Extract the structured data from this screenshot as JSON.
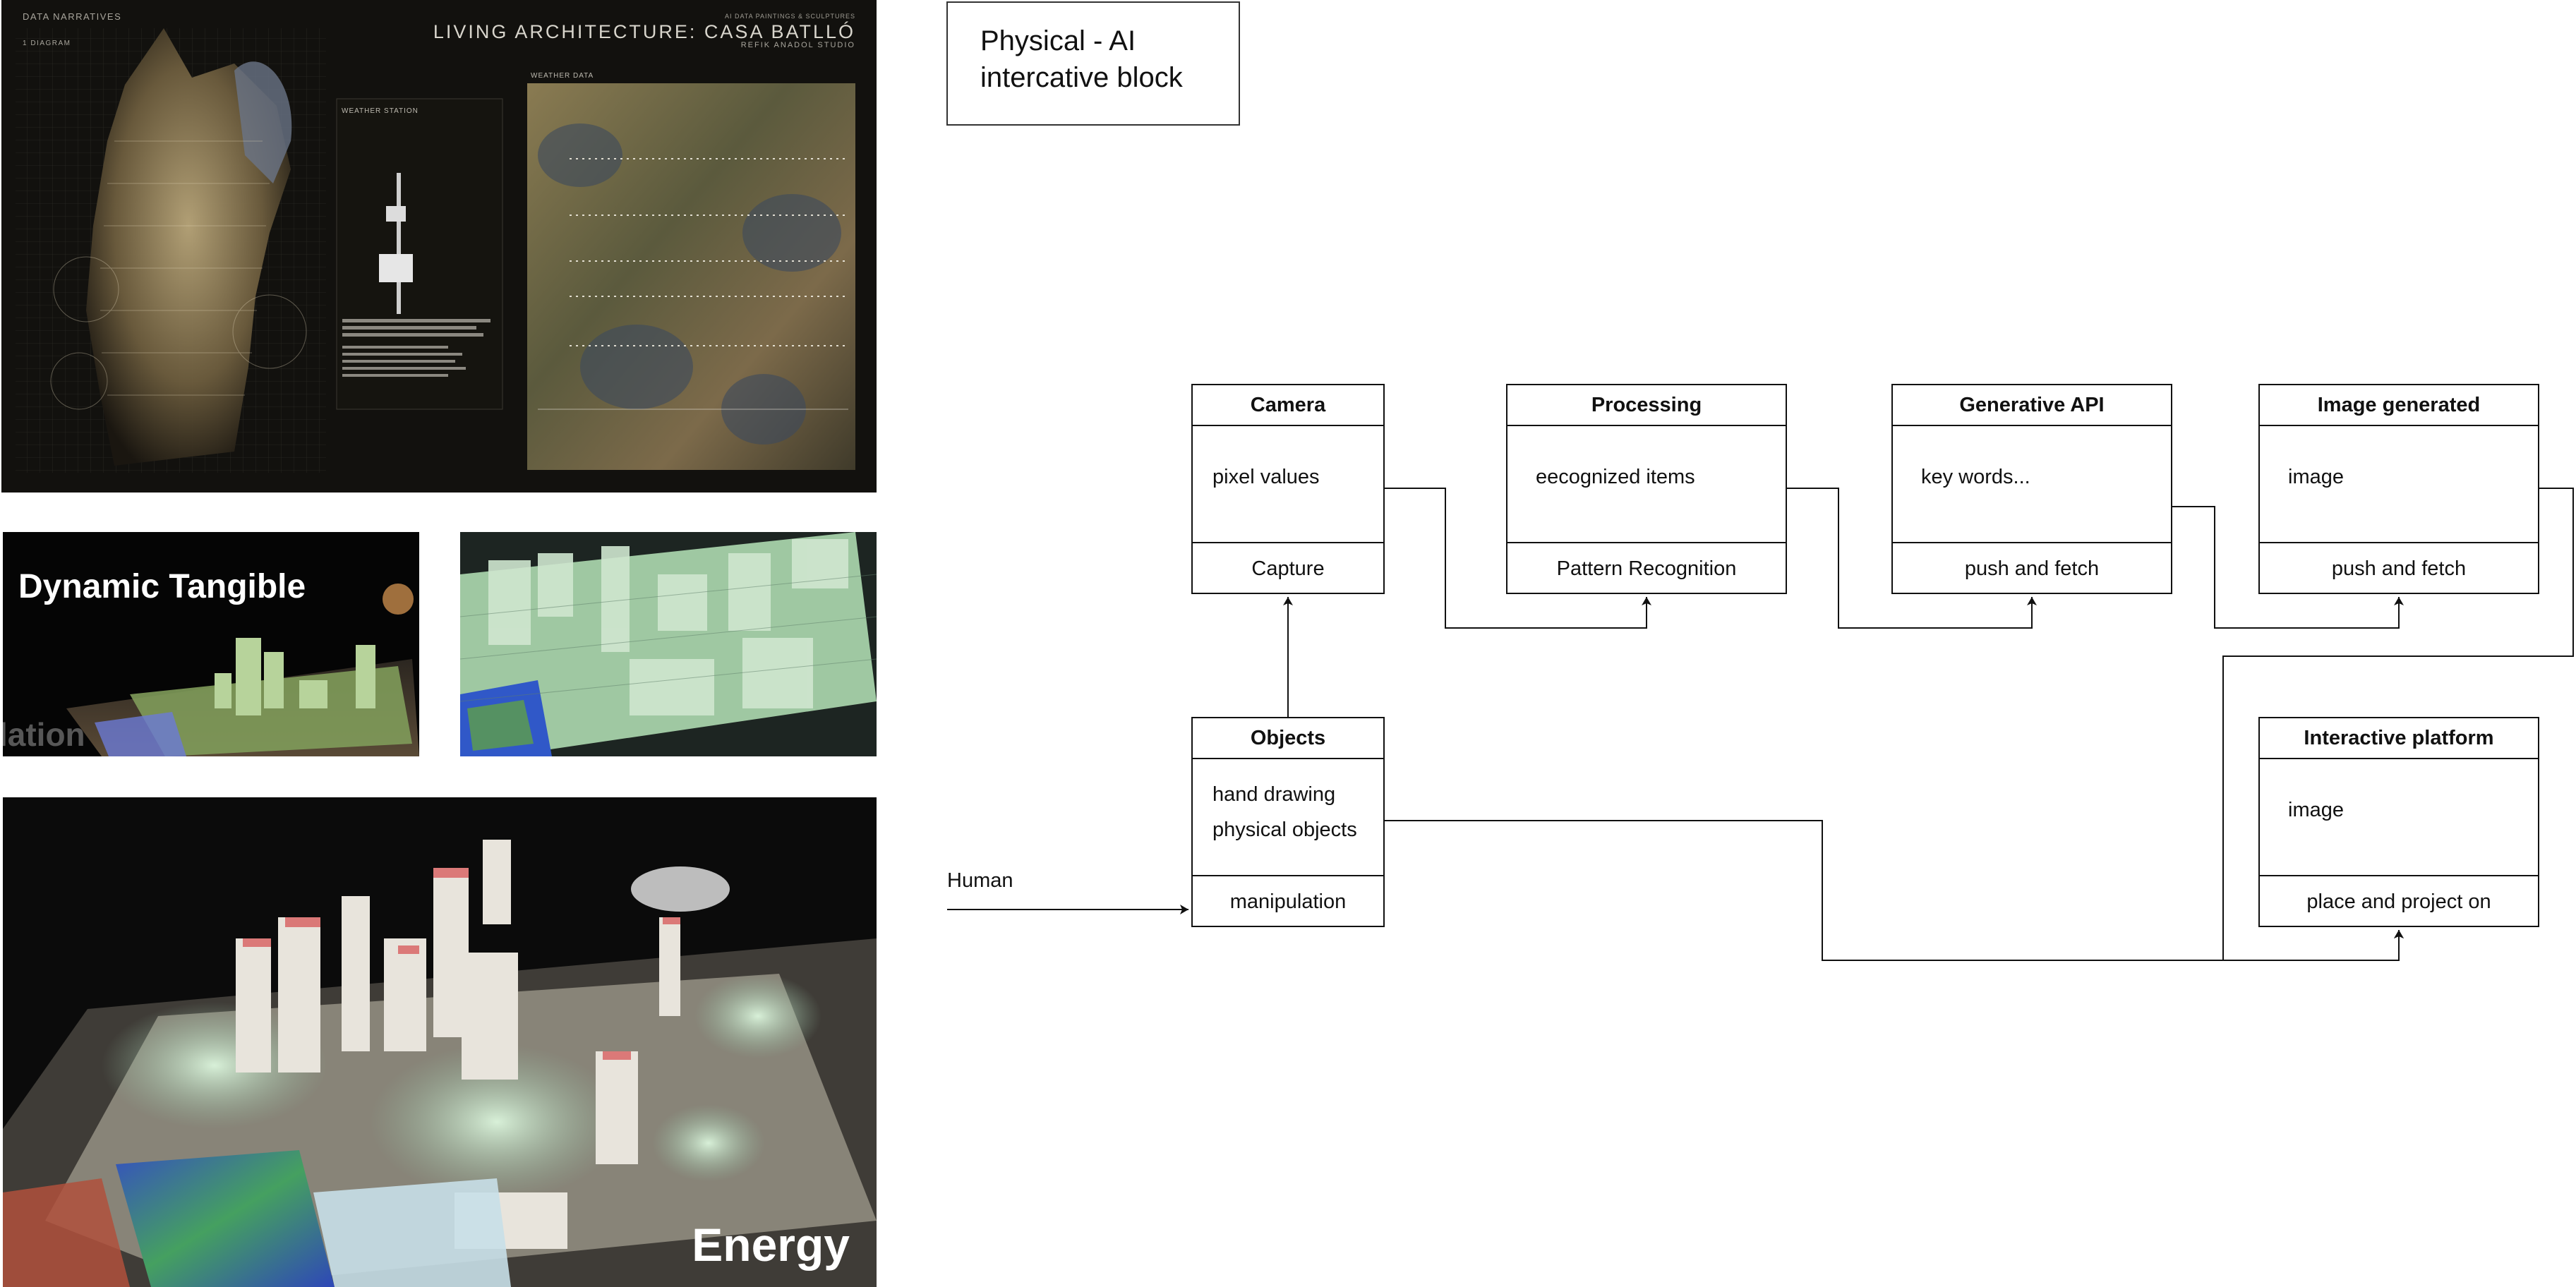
{
  "poster": {
    "header_left": "DATA NARRATIVES",
    "header_left_sub": "1 DIAGRAM",
    "title": "LIVING ARCHITECTURE: CASA BATLLÓ",
    "title_pre": "AI DATA PAINTINGS & SCULPTURES",
    "author": "REFIK ANADOL STUDIO",
    "weather_station_label": "WEATHER STATION",
    "weather_data_label": "WEATHER DATA"
  },
  "tiles": {
    "dynamic_caption": "Dynamic Tangible",
    "dynamic_partial": "lation",
    "energy_caption": "Energy"
  },
  "diagram": {
    "title": "Physical - AI intercative block",
    "title_line1": "Physical - AI",
    "title_line2": "intercative block",
    "boxes": {
      "camera": {
        "header": "Camera",
        "body": [
          "pixel values"
        ],
        "footer": "Capture"
      },
      "processing": {
        "header": "Processing",
        "body": [
          "eecognized items"
        ],
        "footer": "Pattern Recognition"
      },
      "generative": {
        "header": "Generative API",
        "body": [
          "key words..."
        ],
        "footer": "push and fetch"
      },
      "image_gen": {
        "header": "Image generated",
        "body": [
          "image"
        ],
        "footer": "push and fetch"
      },
      "objects": {
        "header": "Objects",
        "body": [
          "hand drawing",
          "physical objects"
        ],
        "footer": "manipulation"
      },
      "platform": {
        "header": "Interactive platform",
        "body": [
          "image"
        ],
        "footer": "place and project on"
      }
    },
    "human_label": "Human"
  },
  "colors": {
    "line": "#111111",
    "box_border": "#111111",
    "tile_dark": "#0d0c0a"
  }
}
